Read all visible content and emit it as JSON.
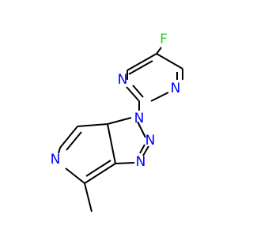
{
  "molecule": {
    "atoms": [
      {
        "id": "F",
        "label": "F",
        "color": "#32cd32",
        "kind": "fluorine"
      },
      {
        "id": "N1",
        "label": "N",
        "color": "#0000ff",
        "kind": "nitrogen"
      },
      {
        "id": "N2",
        "label": "N",
        "color": "#0000ff",
        "kind": "nitrogen"
      },
      {
        "id": "N3",
        "label": "N",
        "color": "#0000ff",
        "kind": "nitrogen"
      },
      {
        "id": "N4",
        "label": "N",
        "color": "#0000ff",
        "kind": "nitrogen"
      },
      {
        "id": "N5",
        "label": "N",
        "color": "#0000ff",
        "kind": "nitrogen"
      },
      {
        "id": "N6",
        "label": "N",
        "color": "#0000ff",
        "kind": "nitrogen"
      }
    ],
    "bond_color": "#000000",
    "background": "#ffffff"
  }
}
